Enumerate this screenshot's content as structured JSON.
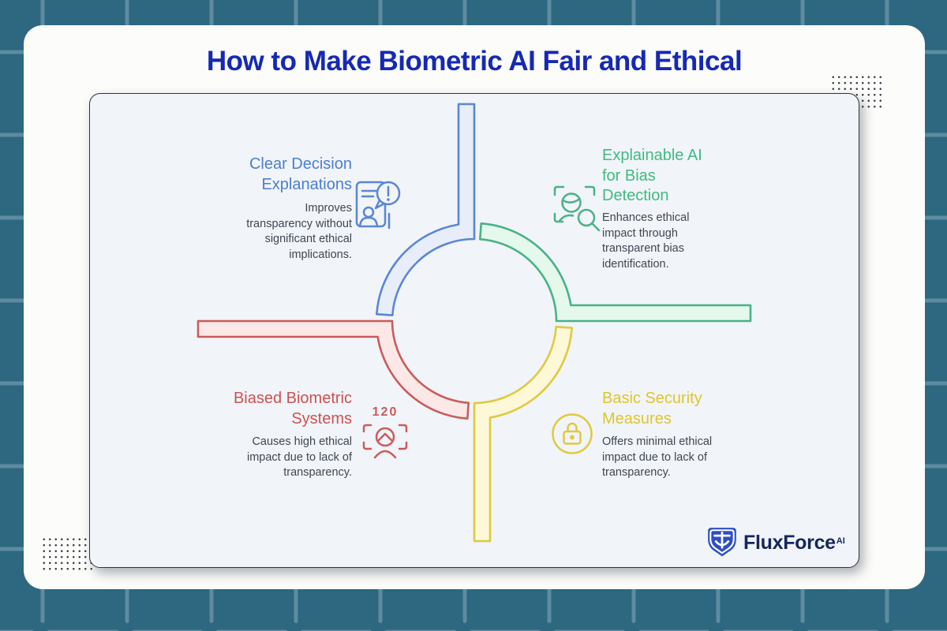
{
  "title": "How to Make Biometric AI Fair and Ethical",
  "quadrants": [
    {
      "id": "top-left",
      "heading": "Clear Decision\nExplanations",
      "body": "Improves\ntransparency without\nsignificant ethical\nimplications.",
      "accent": "#4c7ed1",
      "icon": "person-card-alert-bubble-icon"
    },
    {
      "id": "top-right",
      "heading": "Explainable AI\nfor Bias\nDetection",
      "body": "Enhances ethical\nimpact through\ntransparent bias\nidentification.",
      "accent": "#3fbb82",
      "icon": "face-scan-magnifier-icon"
    },
    {
      "id": "bottom-left",
      "heading": "Biased Biometric\nSystems",
      "body": "Causes high ethical\nimpact due to lack of\ntransparency.",
      "accent": "#cc5252",
      "icon": "face-recognition-icon",
      "icon_label": "120"
    },
    {
      "id": "bottom-right",
      "heading": "Basic Security\nMeasures",
      "body": "Offers minimal ethical\nimpact due to lack of\ntransparency.",
      "accent": "#dfc52e",
      "icon": "lock-circle-icon"
    }
  ],
  "brand": {
    "name": "FluxForce",
    "suffix": "AI"
  },
  "colors": {
    "background": "#2d6780",
    "grid_line": "#84aabc",
    "outer_card": "#fcfcfa",
    "panel": "#f1f4f8",
    "panel_border": "#2f343b",
    "title": "#1529b3",
    "body_text": "#3f4752",
    "blue_stroke": "#5b86d4",
    "blue_fill": "#e7eefa",
    "green_stroke": "#49b287",
    "green_fill": "#e4f8ec",
    "red_stroke": "#ca5c5c",
    "red_fill": "#fbe8e7",
    "yellow_stroke": "#e0c93f",
    "yellow_fill": "#fdf8d8",
    "dots": "#3c424b",
    "brand_navy": "#16265e",
    "brand_blue": "#2e4ec4"
  }
}
